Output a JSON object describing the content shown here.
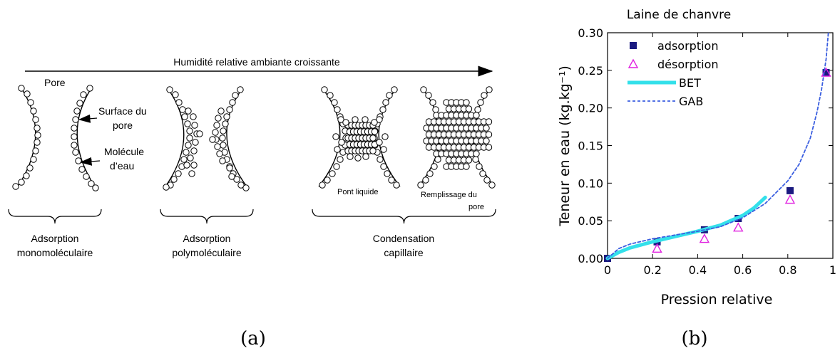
{
  "panel_a": {
    "label": "(a)",
    "arrow_text": "Humidité relative ambiante croissante",
    "pore_label": "Pore",
    "surface_label": [
      "Surface du",
      "pore"
    ],
    "molecule_label": [
      "Molécule",
      "d’eau"
    ],
    "pont_label": "Pont liquide",
    "remplissage_label": [
      "Remplissage du",
      "pore"
    ],
    "groups": [
      {
        "lines": [
          "Adsorption",
          "monomoléculaire"
        ]
      },
      {
        "lines": [
          "Adsorption",
          "polymoléculaire"
        ]
      },
      {
        "lines": [
          "Condensation",
          "capillaire"
        ]
      }
    ]
  },
  "panel_b": {
    "label": "(b)"
  },
  "chart_data": {
    "type": "scatter",
    "title": "Laine de chanvre",
    "xlabel": "Pression relative",
    "ylabel": "Teneur en eau (kg.kg⁻¹)",
    "xlim": [
      0,
      1
    ],
    "ylim": [
      0,
      0.3
    ],
    "x_ticks": [
      "0",
      "0.2",
      "0.4",
      "0.6",
      "0.8",
      "1"
    ],
    "y_ticks": [
      "0.00",
      "0.05",
      "0.10",
      "0.15",
      "0.20",
      "0.25",
      "0.30"
    ],
    "legend_position": "top-left",
    "series": [
      {
        "name": "adsorption",
        "kind": "marker-square",
        "color": "#1a1a80",
        "x": [
          0.0,
          0.22,
          0.43,
          0.58,
          0.81,
          0.97
        ],
        "y": [
          0.0,
          0.022,
          0.038,
          0.053,
          0.09,
          0.247
        ]
      },
      {
        "name": "désorption",
        "kind": "marker-triangle",
        "color": "#e020e0",
        "x": [
          0.22,
          0.43,
          0.58,
          0.81,
          0.97
        ],
        "y": [
          0.013,
          0.026,
          0.041,
          0.078,
          0.247
        ]
      },
      {
        "name": "BET",
        "kind": "thick-line",
        "color": "#33e0ea",
        "x": [
          0.0,
          0.05,
          0.1,
          0.2,
          0.3,
          0.4,
          0.5,
          0.6,
          0.65,
          0.7
        ],
        "y": [
          0.0,
          0.008,
          0.014,
          0.022,
          0.029,
          0.036,
          0.044,
          0.057,
          0.067,
          0.081
        ]
      },
      {
        "name": "GAB",
        "kind": "dashed-line",
        "color": "#3b5fe0",
        "x": [
          0.0,
          0.05,
          0.1,
          0.2,
          0.3,
          0.4,
          0.5,
          0.6,
          0.7,
          0.8,
          0.85,
          0.9,
          0.93,
          0.95,
          0.97,
          0.98
        ],
        "y": [
          0.0,
          0.013,
          0.019,
          0.026,
          0.031,
          0.036,
          0.042,
          0.054,
          0.073,
          0.103,
          0.125,
          0.16,
          0.195,
          0.225,
          0.265,
          0.3
        ]
      }
    ]
  }
}
